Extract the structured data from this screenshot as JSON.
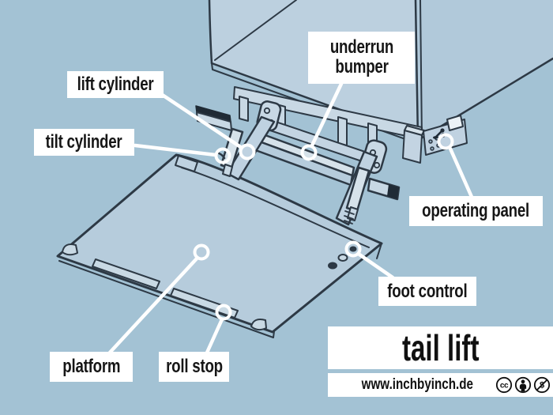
{
  "poster": {
    "background_color": "#a3c2d4",
    "line_color": "#2d3945",
    "label_background": "#ffffff"
  },
  "labels": {
    "lift_cylinder": "lift cylinder",
    "tilt_cylinder": "tilt cylinder",
    "underrun_bumper": "underrun bumper",
    "operating_panel": "operating panel",
    "foot_control": "foot control",
    "platform": "platform",
    "roll_stop": "roll stop"
  },
  "title": "tail lift",
  "footer": {
    "url": "www.inchbyinch.de",
    "license_icons": [
      "cc-icon",
      "attribution-icon",
      "nc-icon"
    ]
  }
}
